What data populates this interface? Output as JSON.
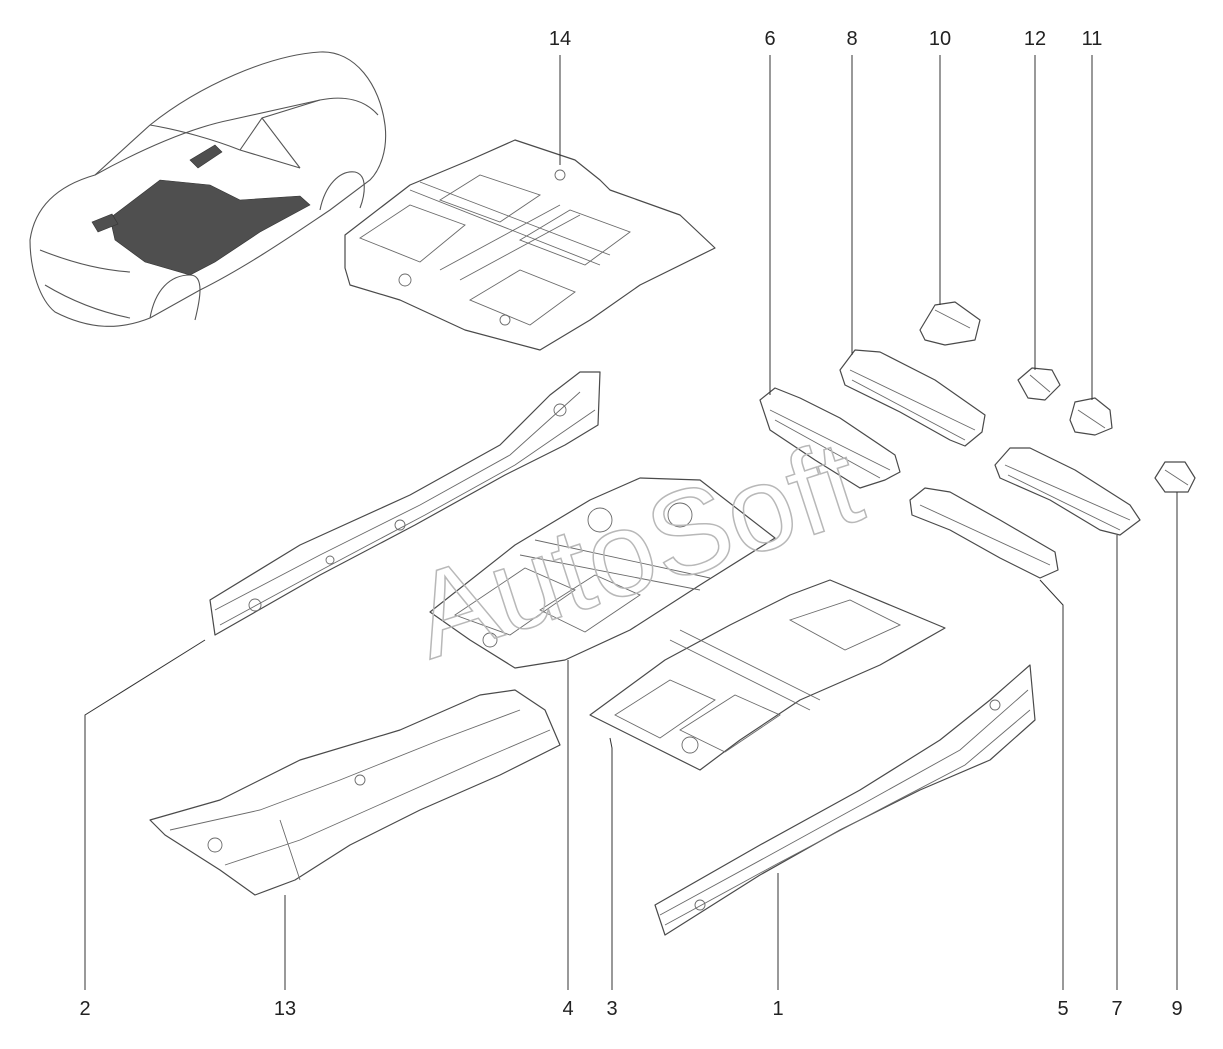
{
  "watermark": "AutoSoft",
  "callouts": [
    {
      "id": "p1",
      "label": "1"
    },
    {
      "id": "p2",
      "label": "2"
    },
    {
      "id": "p3",
      "label": "3"
    },
    {
      "id": "p4",
      "label": "4"
    },
    {
      "id": "p5",
      "label": "5"
    },
    {
      "id": "p6",
      "label": "6"
    },
    {
      "id": "p7",
      "label": "7"
    },
    {
      "id": "p8",
      "label": "8"
    },
    {
      "id": "p9",
      "label": "9"
    },
    {
      "id": "p10",
      "label": "10"
    },
    {
      "id": "p11",
      "label": "11"
    },
    {
      "id": "p12",
      "label": "12"
    },
    {
      "id": "p13",
      "label": "13"
    },
    {
      "id": "p14",
      "label": "14"
    }
  ]
}
